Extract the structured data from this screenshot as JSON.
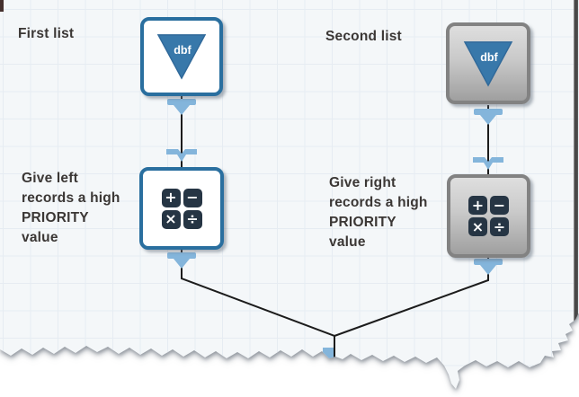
{
  "canvas": {
    "kind": "workflow-designer-canvas",
    "background_color": "#f4f7f9",
    "grid_line_color": "#e6ecf2"
  },
  "annotations": {
    "first_list": "First list",
    "second_list": "Second list",
    "give_left": "Give left\nrecords a high\nPRIORITY\nvalue",
    "give_right": "Give right\nrecords a high\nPRIORITY\nvalue"
  },
  "icons": {
    "dbf_label": "dbf",
    "calculator_glyphs": [
      "+",
      "−",
      "×",
      "÷"
    ]
  },
  "nodes": {
    "first_input": {
      "type": "dbf-file-input",
      "state": "enabled"
    },
    "second_input": {
      "type": "dbf-file-input",
      "state": "disabled"
    },
    "left_formula": {
      "type": "calculator",
      "state": "enabled"
    },
    "right_formula": {
      "type": "calculator",
      "state": "disabled"
    }
  },
  "colors": {
    "node_border_blue": "#2a6f9f",
    "triangle_blue": "#3878aa",
    "port_blue": "#84b5db",
    "calculator_key_dark": "#263544",
    "node_border_gray": "#828282",
    "connection_line": "#1c1c1c",
    "annotation_text": "#3b3735"
  }
}
